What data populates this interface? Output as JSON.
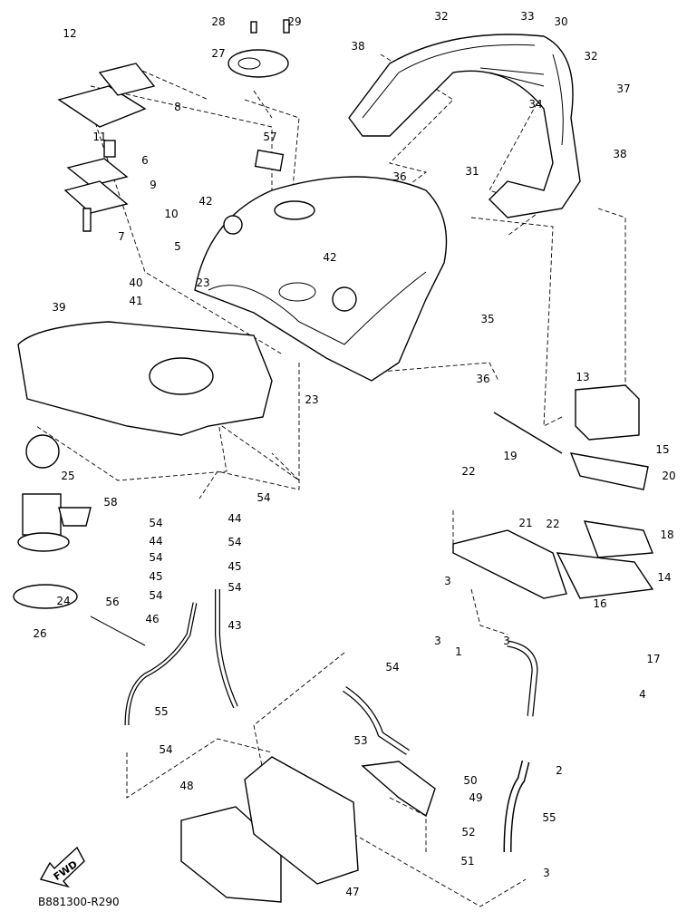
{
  "diagram": {
    "code": "B881300-R290",
    "fwd_label": "FWD",
    "callouts": [
      "12",
      "28",
      "29",
      "32",
      "33",
      "30",
      "27",
      "38",
      "32",
      "8",
      "37",
      "34",
      "6",
      "11",
      "57",
      "9",
      "36",
      "31",
      "38",
      "10",
      "42",
      "7",
      "5",
      "42",
      "40",
      "23",
      "41",
      "39",
      "35",
      "13",
      "36",
      "23",
      "19",
      "15",
      "22",
      "20",
      "25",
      "58",
      "54",
      "54",
      "44",
      "44",
      "54",
      "21",
      "22",
      "18",
      "54",
      "45",
      "45",
      "14",
      "54",
      "54",
      "3",
      "16",
      "24",
      "56",
      "46",
      "43",
      "3",
      "1",
      "3",
      "26",
      "17",
      "54",
      "4",
      "55",
      "53",
      "54",
      "2",
      "50",
      "48",
      "49",
      "55",
      "52",
      "51",
      "47",
      "3"
    ]
  }
}
